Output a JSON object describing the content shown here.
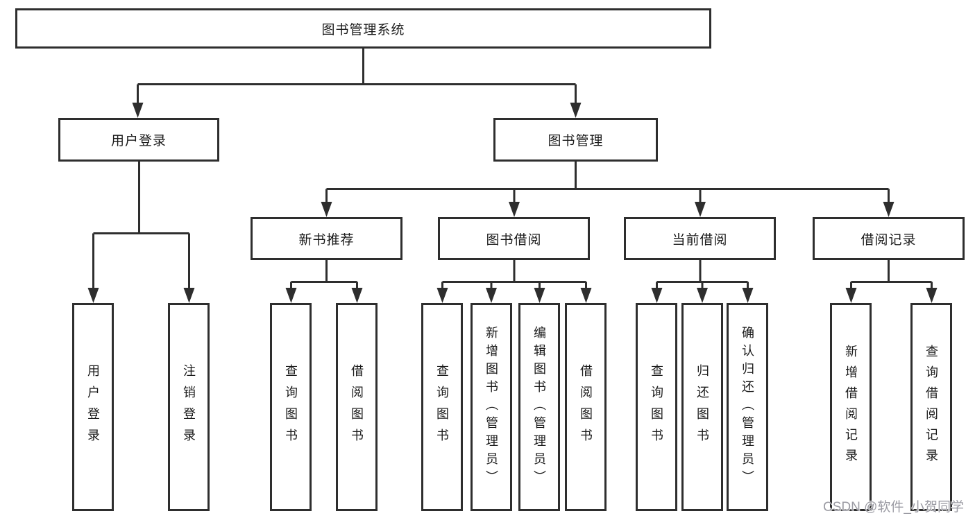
{
  "diagram": {
    "root": "图书管理系统",
    "level2": {
      "user_login": "用户登录",
      "book_mgmt": "图书管理"
    },
    "level3": {
      "new_book": "新书推荐",
      "book_borrow": "图书借阅",
      "current_borrow": "当前借阅",
      "borrow_record": "借阅记录"
    },
    "leaves": {
      "user_login": [
        "用户登录",
        "注销登录"
      ],
      "new_book": [
        "查询图书",
        "借阅图书"
      ],
      "book_borrow": [
        "查询图书",
        "新增图书（管理员）",
        "编辑图书（管理员）",
        "借阅图书"
      ],
      "current_borrow": [
        "查询图书",
        "归还图书",
        "确认归还（管理员）"
      ],
      "borrow_record": [
        "新增借阅记录",
        "查询借阅记录"
      ]
    }
  },
  "watermark": "CSDN @软件_小贺同学",
  "colors": {
    "line": "#2e2e2e",
    "box_border": "#2e2e2e",
    "background": "#ffffff",
    "text": "#1a1a1a",
    "watermark": "#9b9ba3"
  }
}
